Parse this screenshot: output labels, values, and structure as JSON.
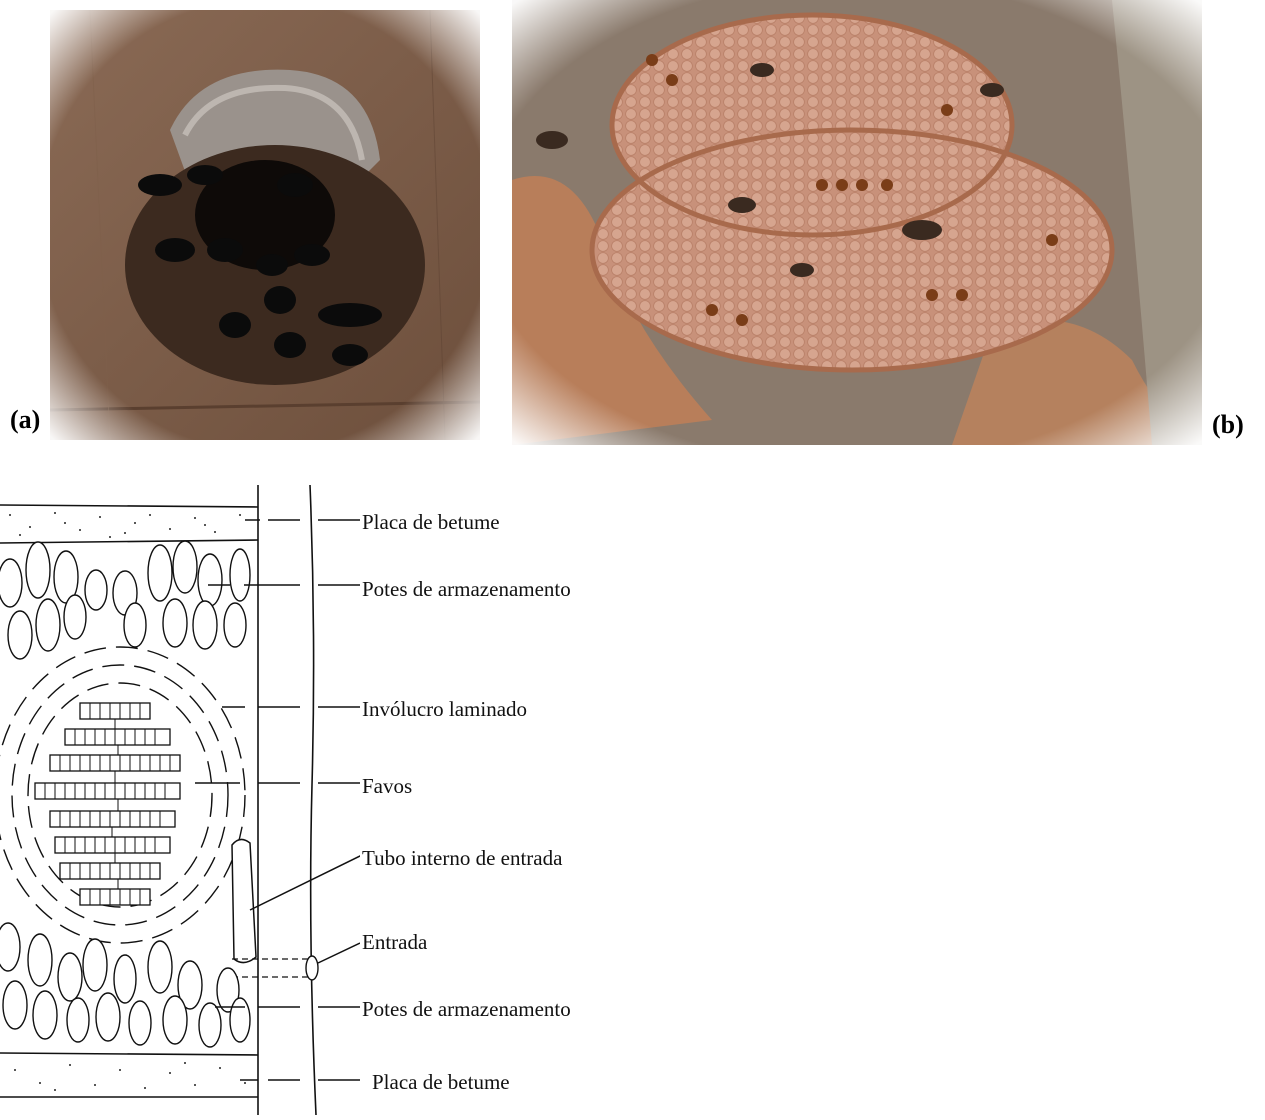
{
  "panels": {
    "a_label": "(a)",
    "b_label": "(b)"
  },
  "diagram": {
    "labels": [
      "Placa de betume",
      "Potes de armazenamento",
      "Invólucro laminado",
      "Favos",
      "Tubo interno de entrada",
      "Entrada",
      "Potes de armazenamento",
      "Placa de betume"
    ]
  },
  "colors": {
    "wood": "#7a5a45",
    "entrance_tube": "#4a3426",
    "comb": "#c9957a",
    "cell_opening": "#b8632e"
  }
}
